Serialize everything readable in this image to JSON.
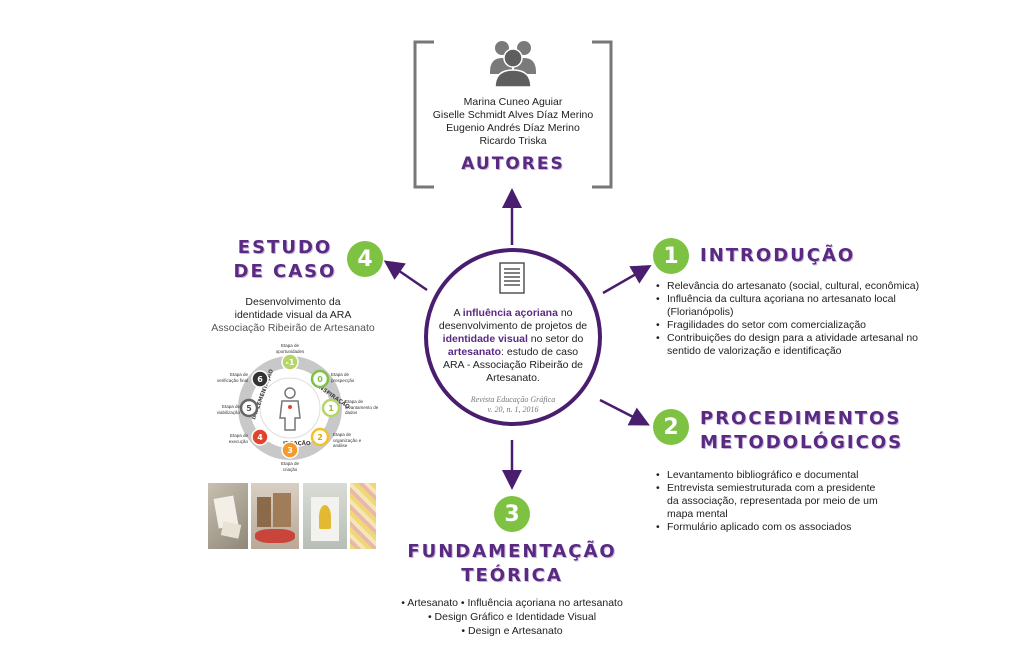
{
  "authors": {
    "names": [
      "Marina Cuneo Aguiar",
      "Giselle Schmidt Alves Díaz Merino",
      "Eugenio Andrés Díaz Merino",
      "Ricardo Triska"
    ],
    "title": "AUTORES"
  },
  "center": {
    "line1_pre": "A ",
    "line1_hl": "influência açoriana",
    "line1_post": " no desenvolvimento de projetos de",
    "line2_hl": "identidade visual",
    "line2_post": " no setor do",
    "line3_hl": "artesanato",
    "line3_post": ": estudo de caso ARA - Associação Ribeirão de Artesanato.",
    "source": "Revista Educação Gráfica",
    "source_issue": "v. 20, n. 1, 2016"
  },
  "section1": {
    "number": "1",
    "title": "INTRODUÇÃO",
    "items": [
      "Relevância do artesanato (social, cultural, econômica)",
      "Influência da cultura açoriana  no artesanato local (Florianópolis)",
      "Fragilidades do setor com comercialização",
      "Contribuições do design para a atividade artesanal no sentido de valorização e identificação"
    ]
  },
  "section2": {
    "number": "2",
    "title_line1": "PROCEDIMENTOS",
    "title_line2": "METODOLÓGICOS",
    "items": [
      "Levantamento bibliográfico e documental",
      "Entrevista semiestruturada com a presidente da associação, representada por meio de um mapa mental",
      "Formulário aplicado com os associados"
    ]
  },
  "section3": {
    "number": "3",
    "title_line1": "FUNDAMENTAÇÃO",
    "title_line2": "TEÓRICA",
    "line1": "• Artesanato  • Influência açoriana no artesanato",
    "line2": "• Design Gráfico e Identidade Visual",
    "line3": "• Design e Artesanato"
  },
  "section4": {
    "number": "4",
    "title_line1": "ESTUDO",
    "title_line2": "DE CASO",
    "desc1": "Desenvolvimento da",
    "desc2": "identidade visual da ARA",
    "desc3": "Associação Ribeirão de Artesanato"
  },
  "cycle": {
    "labels": {
      "s_m1": "Etapa de oportunidades",
      "s0": "Etapa de prospecção",
      "s1": "Etapa de levantamento de dados",
      "s2": "Etapa de organização e análise",
      "s3": "Etapa de criação",
      "s4": "Etapa de execução",
      "s5": "Etapa de viabilização",
      "s6": "Etapa de verificação final"
    },
    "numbers": {
      "s_m1": "-1",
      "s0": "0",
      "s1": "1",
      "s2": "2",
      "s3": "3",
      "s4": "4",
      "s5": "5",
      "s6": "6"
    },
    "phases": {
      "inspiracao": "INSPIRAÇÃO",
      "ideacao": "IDEAÇÃO",
      "implementacao": "IMPLEMENTAÇÃO"
    },
    "colors": {
      "lightgreen": "#b5d56a",
      "green": "#7dc242",
      "yellow": "#f2c12e",
      "orange": "#f39a2d",
      "red": "#e0452b",
      "gray": "#666666",
      "dark": "#333333"
    }
  },
  "colors": {
    "purple": "#4b1d6e",
    "accent": "#5a2a82",
    "green": "#7dc242"
  }
}
